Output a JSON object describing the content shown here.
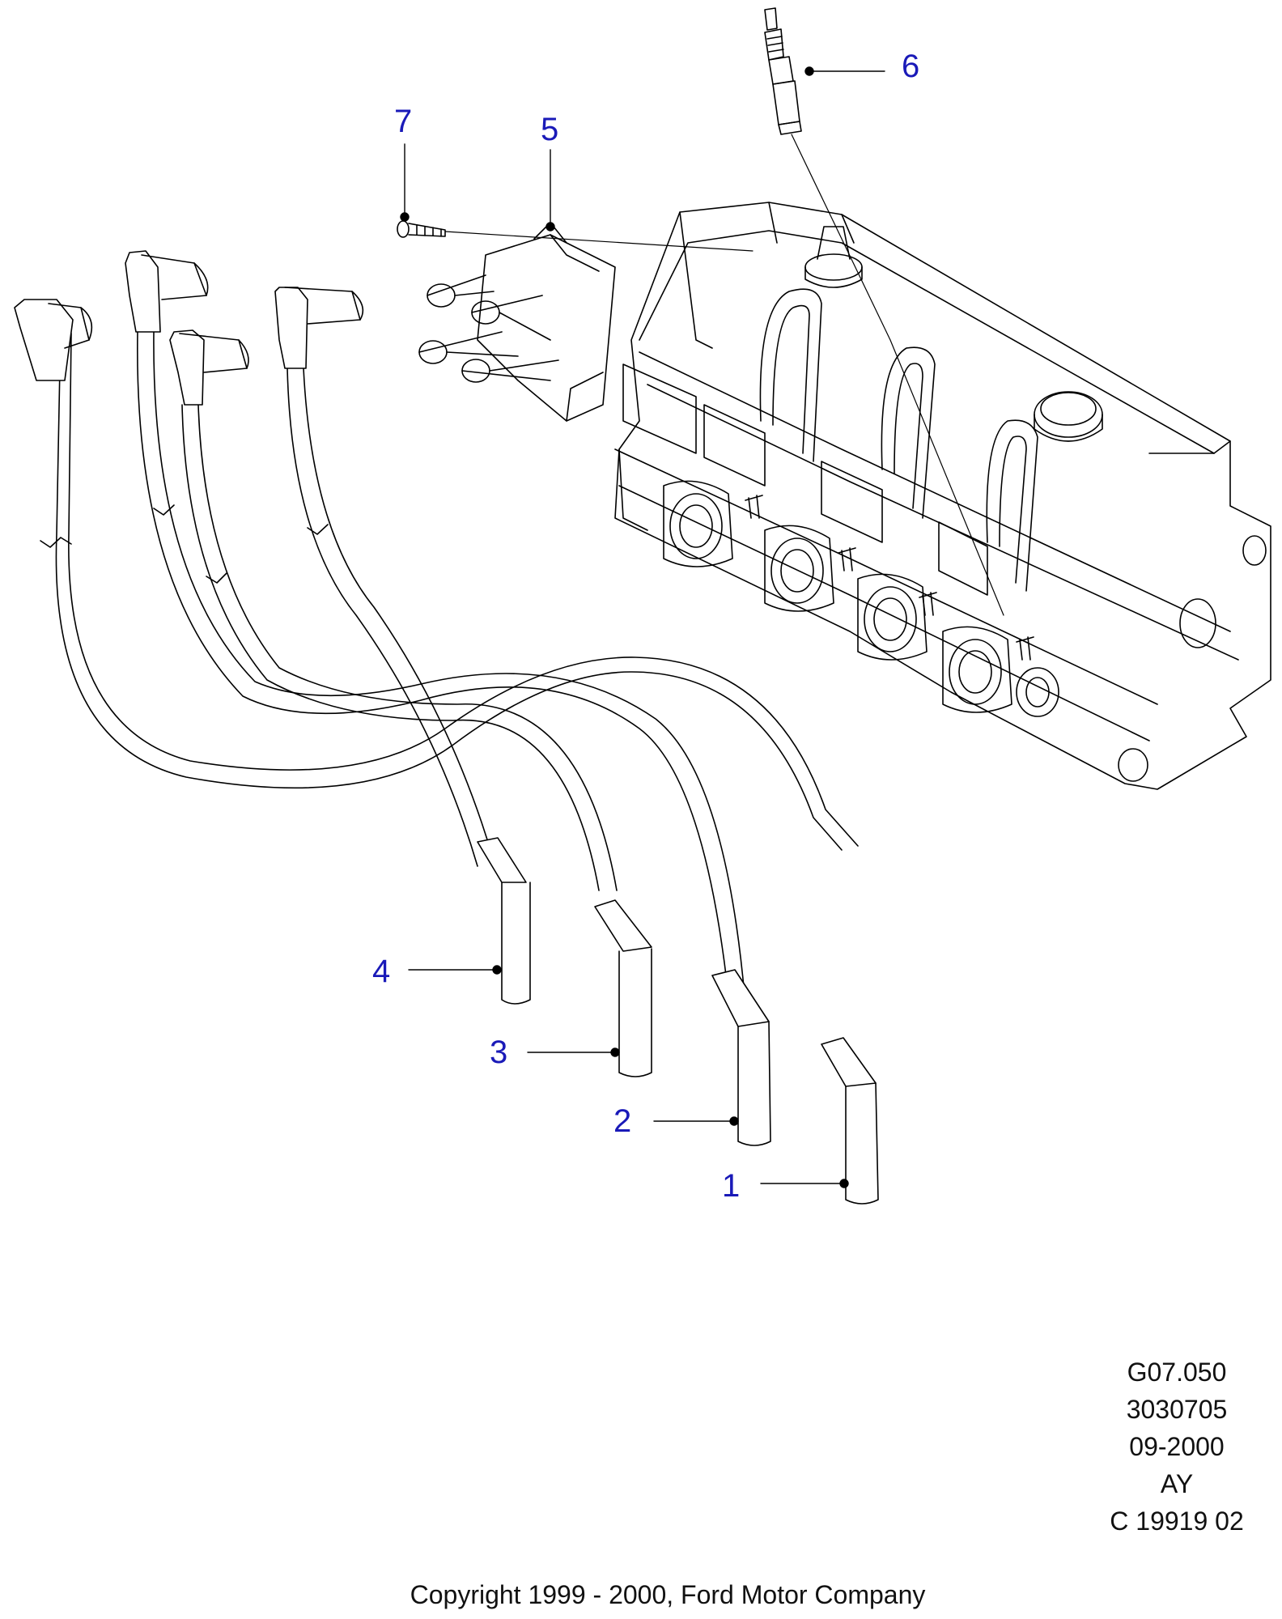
{
  "callouts": [
    {
      "id": "1",
      "label": "1"
    },
    {
      "id": "2",
      "label": "2"
    },
    {
      "id": "3",
      "label": "3"
    },
    {
      "id": "4",
      "label": "4"
    },
    {
      "id": "5",
      "label": "5"
    },
    {
      "id": "6",
      "label": "6"
    },
    {
      "id": "7",
      "label": "7"
    }
  ],
  "info_block": {
    "line1": "G07.050",
    "line2": "3030705",
    "line3": "09-2000",
    "line4": "AY",
    "line5": "C 19919 02"
  },
  "copyright": "Copyright 1999 - 2000, Ford Motor Company",
  "colors": {
    "callout_text": "#1a1ab8",
    "line_art": "#000000",
    "background": "#ffffff"
  }
}
